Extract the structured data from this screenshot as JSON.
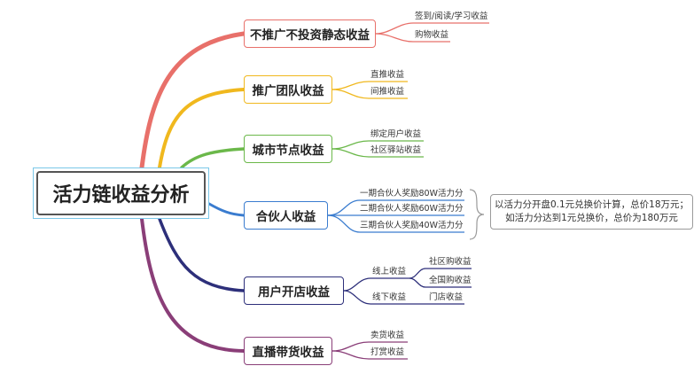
{
  "root": {
    "label": "活力链收益分析"
  },
  "branches": [
    {
      "id": "b1",
      "label": "不推广不投资静态收益",
      "color": "#e8706a",
      "children": [
        "签到/阅读/学习收益",
        "购物收益"
      ]
    },
    {
      "id": "b2",
      "label": "推广团队收益",
      "color": "#f0b81e",
      "children": [
        "直推收益",
        "间推收益"
      ]
    },
    {
      "id": "b3",
      "label": "城市节点收益",
      "color": "#6bb84a",
      "children": [
        "绑定用户收益",
        "社区驿站收益"
      ]
    },
    {
      "id": "b4",
      "label": "合伙人收益",
      "color": "#3a7ccf",
      "children": [
        "一期合伙人奖励80W活力分",
        "二期合伙人奖励60W活力分",
        "三期合伙人奖励40W活力分"
      ]
    },
    {
      "id": "b5",
      "label": "用户开店收益",
      "color": "#2d2f7a",
      "children": [
        "线上收益",
        "线下收益"
      ],
      "grandchildren": [
        "社区购收益",
        "全国购收益",
        "门店收益"
      ]
    },
    {
      "id": "b6",
      "label": "直播带货收益",
      "color": "#8a3e78",
      "children": [
        "卖货收益",
        "打赏收益"
      ]
    }
  ],
  "note": {
    "line1": "以活力分开盘0.1元兑换价计算，总价18万元；",
    "line2": "如活力分达到1元兑换价，总价为180万元"
  }
}
